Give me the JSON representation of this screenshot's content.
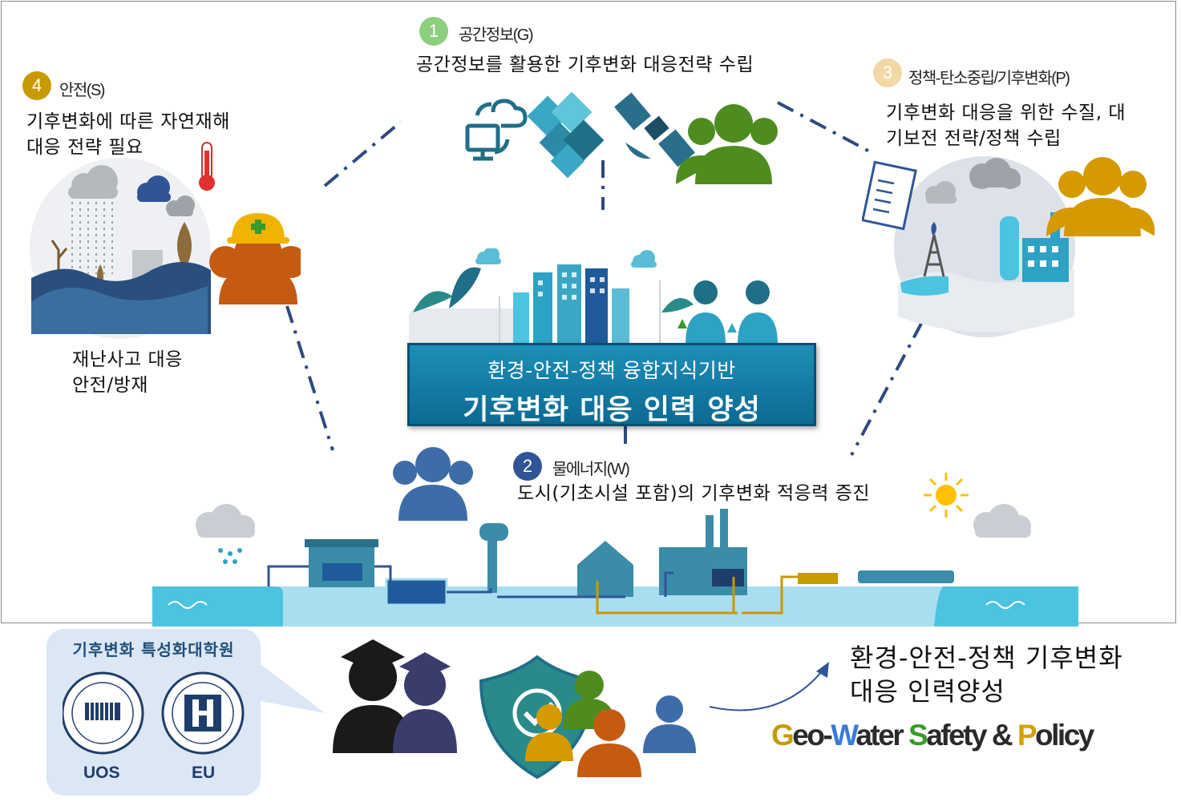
{
  "sections": {
    "spatial": {
      "num": "1",
      "title": "공간정보(G)",
      "desc": "공간정보를 활용한 기후변화 대응전략 수립"
    },
    "water": {
      "num": "2",
      "title": "물에너지(W)",
      "desc": "도시(기초시설 포함)의 기후변화 적응력 증진"
    },
    "policy": {
      "num": "3",
      "title": "정책-탄소중립/기후변화(P)",
      "desc": "기후변화 대응을 위한 수질, 대\n기보전 전략/정책 수립"
    },
    "safety": {
      "num": "4",
      "title": "안전(S)",
      "desc": "기후변화에 따른 자연재해\n대응 전략 필요",
      "sub": "재난사고 대응\n안전/방재"
    }
  },
  "banner": {
    "line1": "환경-안전-정책 융합지식기반",
    "line2": "기후변화 대응 인력 양성"
  },
  "school": {
    "title": "기후변화 특성화대학원",
    "uos_label": "UOS",
    "eu_label": "EU"
  },
  "outcome": {
    "text": "환경-안전-정책 기후변화\n대응 인력양성"
  },
  "brand": {
    "g": "G",
    "eo": "eo-",
    "w": "W",
    "ater": "ater ",
    "s": "S",
    "afety": "afety & ",
    "p": "P",
    "olicy": "olicy"
  },
  "colors": {
    "spatial": "#8ccf7e",
    "water": "#2f5597",
    "policy": "#f2d8a5",
    "safety": "#c79a00",
    "green_people": "#4e8c1f",
    "orange_people": "#c55a11",
    "blue_people": "#3e6ca8",
    "gold_people": "#d49a00"
  },
  "icons": [
    "cloud-sync-icon",
    "puzzle-icon",
    "satellite-icon",
    "people-icon",
    "thermometer-icon",
    "hardhat-worker-icon",
    "document-checklist-icon",
    "scientists-icon",
    "sun-icon",
    "graduate-icon",
    "shield-check-icon"
  ]
}
